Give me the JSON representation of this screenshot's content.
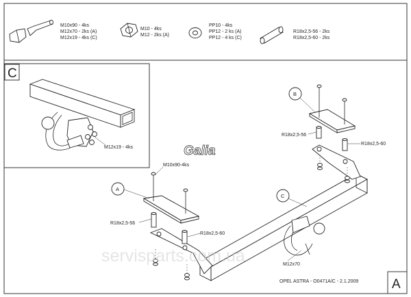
{
  "parts": [
    {
      "icon": "bolt-icon",
      "lines": [
        "M10x90 - 4ks",
        "M12x70 - 2ks (A)",
        "M12x19 - 4ks (C)"
      ]
    },
    {
      "icon": "nut-icon",
      "lines": [
        "M10 - 4ks",
        "M12 - 2ks (A)"
      ]
    },
    {
      "icon": "washer-icon",
      "lines": [
        "PP10 - 4ks",
        "PP12 - 2 ks (A)",
        "PP12 - 4 ks (C)"
      ]
    },
    {
      "icon": "spacer-tube-icon",
      "lines": [
        "R18x2,5-56 - 2ks",
        "R18x2,5-60 - 2ks"
      ]
    }
  ],
  "detail": {
    "letter": "C",
    "callout": "M12x19 - 4ks"
  },
  "labels": {
    "a": "A",
    "b": "B",
    "c": "C",
    "bolt_m10": "M10x90-4ks",
    "sp56_left": "R18x2,5-56",
    "sp60_left": "R18x2,5-60",
    "sp56_right": "R18x2,5-56",
    "sp60_right": "R18x2,5-60",
    "m12x70": "M12x70"
  },
  "logo": "Galia",
  "watermark": "servisparts.com.ua",
  "footer": {
    "title": "OPEL ASTRA - O0471A/C - 2.1.2009",
    "sheet": "A"
  }
}
